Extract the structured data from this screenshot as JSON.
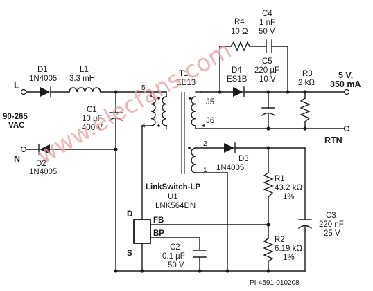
{
  "input": {
    "line": "L",
    "neutral": "N",
    "vac_line1": "90-265",
    "vac_line2": "VAC"
  },
  "d1": {
    "ref": "D1",
    "part": "1N4005"
  },
  "d2": {
    "ref": "D2",
    "part": "1N4005"
  },
  "l1": {
    "ref": "L1",
    "value": "3.3 mH"
  },
  "c1": {
    "ref": "C1",
    "value": "10 µF",
    "voltage": "400 V"
  },
  "t1": {
    "ref": "T1",
    "core": "EE13",
    "pin5": "5",
    "pin4": "4",
    "pinJ5": "J5",
    "pinJ6": "J6",
    "pin2": "2",
    "pin1": "1"
  },
  "r4": {
    "ref": "R4",
    "value": "10 Ω"
  },
  "c4": {
    "ref": "C4",
    "value": "1 nF",
    "voltage": "50 V"
  },
  "d4": {
    "ref": "D4",
    "part": "ES1B"
  },
  "c5": {
    "ref": "C5",
    "value": "220 µF",
    "voltage": "10 V"
  },
  "r3": {
    "ref": "R3",
    "value": "2 kΩ"
  },
  "output": {
    "voltage": "5 V,",
    "current": "350 mA",
    "return": "RTN"
  },
  "d3": {
    "ref": "D3",
    "part": "1N4005"
  },
  "u1": {
    "family": "LinkSwitch-LP",
    "ref": "U1",
    "part": "LNK564DN",
    "pin_d": "D",
    "pin_s": "S",
    "pin_fb": "FB",
    "pin_bp": "BP"
  },
  "r1": {
    "ref": "R1",
    "value": "43.2 kΩ",
    "tol": "1%"
  },
  "r2": {
    "ref": "R2",
    "value": "6.19 kΩ",
    "tol": "1%"
  },
  "c2": {
    "ref": "C2",
    "value": "0.1 µF",
    "voltage": "50 V"
  },
  "c3": {
    "ref": "C3",
    "value": "220 nF",
    "voltage": "25 V"
  },
  "drawing_id": "PI-4591-010208",
  "watermark": "www.elecfans.com"
}
